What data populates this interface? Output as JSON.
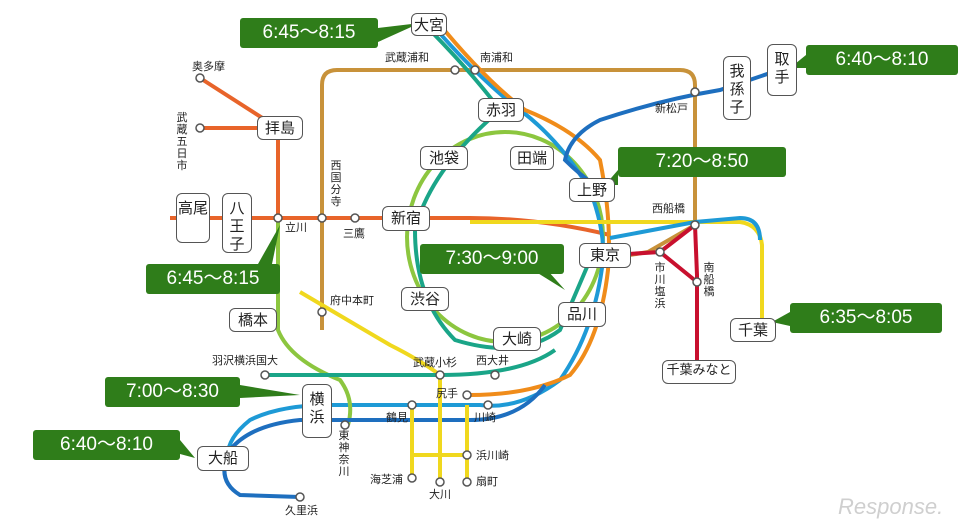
{
  "stations": {
    "omiya": "大宮",
    "musashi_urawa": "武蔵浦和",
    "minami_urawa": "南浦和",
    "okutama": "奥多摩",
    "musashi_itsukaichi": "武蔵五日市",
    "haijima": "拝島",
    "akabane": "赤羽",
    "ikebukuro": "池袋",
    "tabata": "田端",
    "abiko": "我孫子",
    "toride": "取手",
    "shin_matsudo": "新松戸",
    "ueno": "上野",
    "nishi_kokubunji": "西国分寺",
    "takao": "高尾",
    "hachioji": "八王子",
    "tachikawa": "立川",
    "mitaka": "三鷹",
    "shinjuku": "新宿",
    "nishi_funabashi": "西船橋",
    "tokyo": "東京",
    "ichikawa_shiohama": "市川塩浜",
    "minami_funabashi": "南船橋",
    "fuchu_hommachi": "府中本町",
    "shibuya": "渋谷",
    "shinagawa": "品川",
    "chiba": "千葉",
    "hashimoto": "橋本",
    "osaki": "大崎",
    "haneda_yokohama_kokudai": "羽沢横浜国大",
    "musashi_kosugi": "武蔵小杉",
    "nishi_oi": "西大井",
    "chiba_minato": "千葉みなと",
    "yokohama": "横浜",
    "shiriteuchi": "尻手",
    "tsurumi": "鶴見",
    "kawasaki": "川崎",
    "higashi_kanagawa": "東神奈川",
    "ofuna": "大船",
    "hama_kawasaki": "浜川崎",
    "umi_shibaura": "海芝浦",
    "okawa": "大川",
    "ogimachi": "扇町",
    "kurihama": "久里浜"
  },
  "times": {
    "omiya": "6:45〜8:15",
    "toride": "6:40〜8:10",
    "ueno": "7:20〜8:50",
    "tachikawa": "6:45〜8:15",
    "tokyo": "7:30〜9:00",
    "chiba": "6:35〜8:05",
    "yokohama": "7:00〜8:30",
    "ofuna": "6:40〜8:10"
  },
  "line_colors": {
    "chuo": "#e8642a",
    "musashino": "#c8923a",
    "yamanote": "#8cc63f",
    "keihin_tohoku": "#1e9ad6",
    "saikyo": "#1aa588",
    "joban": "#1e6fbf",
    "sobu": "#f0d81e",
    "keiyo": "#c8102e",
    "tokaido": "#f08c1a",
    "nambu": "#f0d81e",
    "yokosuka": "#1e6fbf"
  },
  "callout_color": "#2f7d1a",
  "watermark": "Response."
}
